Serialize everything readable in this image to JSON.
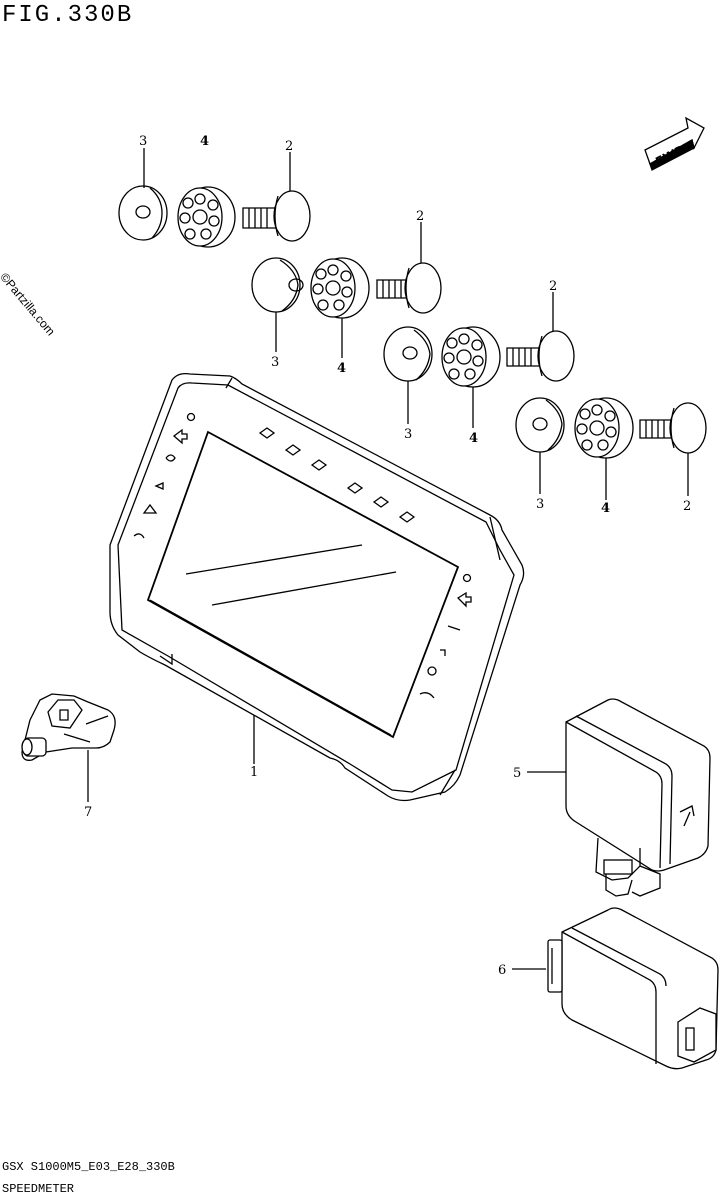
{
  "header": {
    "title": "FIG.330B"
  },
  "watermark": "©Partzilla.com",
  "fwd_label": "FWD",
  "labels": {
    "p1": "1",
    "p2a": "2",
    "p2b": "2",
    "p2c": "2",
    "p2d": "2",
    "p3a": "3",
    "p3b": "3",
    "p3c": "3",
    "p3d": "3",
    "p4a": "4",
    "p4b": "4",
    "p4c": "4",
    "p4d": "4",
    "p5": "5",
    "p6": "6",
    "p7": "7"
  },
  "footer": {
    "code": "GSX S1000M5_E03_E28_330B",
    "name": "SPEEDMETER"
  }
}
